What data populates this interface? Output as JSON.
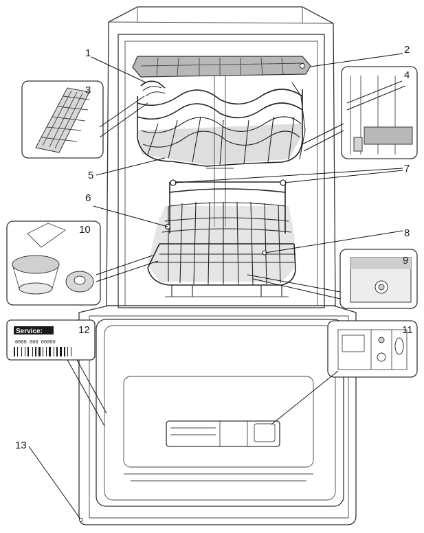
{
  "callouts": [
    {
      "id": "1",
      "label": "1"
    },
    {
      "id": "2",
      "label": "2"
    },
    {
      "id": "3",
      "label": "3"
    },
    {
      "id": "4",
      "label": "4"
    },
    {
      "id": "5",
      "label": "5"
    },
    {
      "id": "6",
      "label": "6"
    },
    {
      "id": "7",
      "label": "7"
    },
    {
      "id": "8",
      "label": "8"
    },
    {
      "id": "9",
      "label": "9"
    },
    {
      "id": "10",
      "label": "10"
    },
    {
      "id": "11",
      "label": "11"
    },
    {
      "id": "12",
      "label": "12"
    },
    {
      "id": "13",
      "label": "13"
    }
  ],
  "service_label": {
    "title": "Service:",
    "code": "0000 000 00000"
  },
  "colors": {
    "outline": "#333333",
    "rack_shadow": "#b5b5b5",
    "label_fill": "#1a1a1a",
    "background": "#ffffff"
  }
}
